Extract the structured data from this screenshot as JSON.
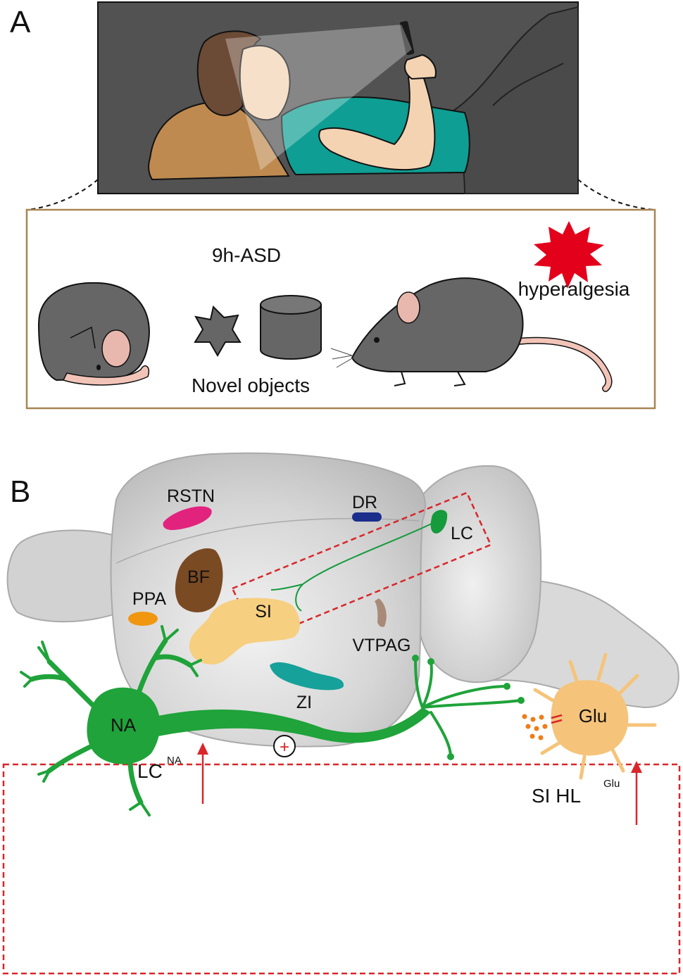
{
  "panel_a": {
    "label": "A",
    "condition": "9h-ASD",
    "objects_caption": "Novel objects",
    "outcome": "hyperalgesia",
    "colors": {
      "scene_bg": "#525252",
      "pillow": "#bf8a4f",
      "shirt": "#0e9e93",
      "skin": "#f4d3b3",
      "hair": "#6b4a36",
      "mouse": "#666666",
      "tail": "#f2c4b8",
      "burst": "#e3001b",
      "box_border": "#a98453"
    }
  },
  "panel_b": {
    "label": "B",
    "regions": {
      "rstn": "RSTN",
      "dr": "DR",
      "lc": "LC",
      "bf": "BF",
      "ppa": "PPA",
      "si": "SI",
      "vtpag": "VTPAG",
      "zi": "ZI"
    },
    "colors": {
      "rstn": "#e2237e",
      "dr": "#1b2e8c",
      "lc": "#159a3c",
      "bf": "#7a4a23",
      "ppa": "#f0960f",
      "si": "#f6cf80",
      "vtpag": "#a88a78",
      "zi": "#16a19a",
      "highlight_box": "#d9262a",
      "brain": "#d2d2d2"
    }
  },
  "inset": {
    "neuron_label": "NA",
    "lc_label": "LC",
    "lc_superscript": "NA",
    "effect_symbol": "+",
    "target_label": "Glu",
    "si_label": "SI HL",
    "si_superscript": "Glu",
    "colors": {
      "neuron": "#1fa33a",
      "target": "#f5c47a",
      "vesicles": "#ee7d1a",
      "arrow": "#d9262a",
      "border": "#d9262a"
    }
  }
}
